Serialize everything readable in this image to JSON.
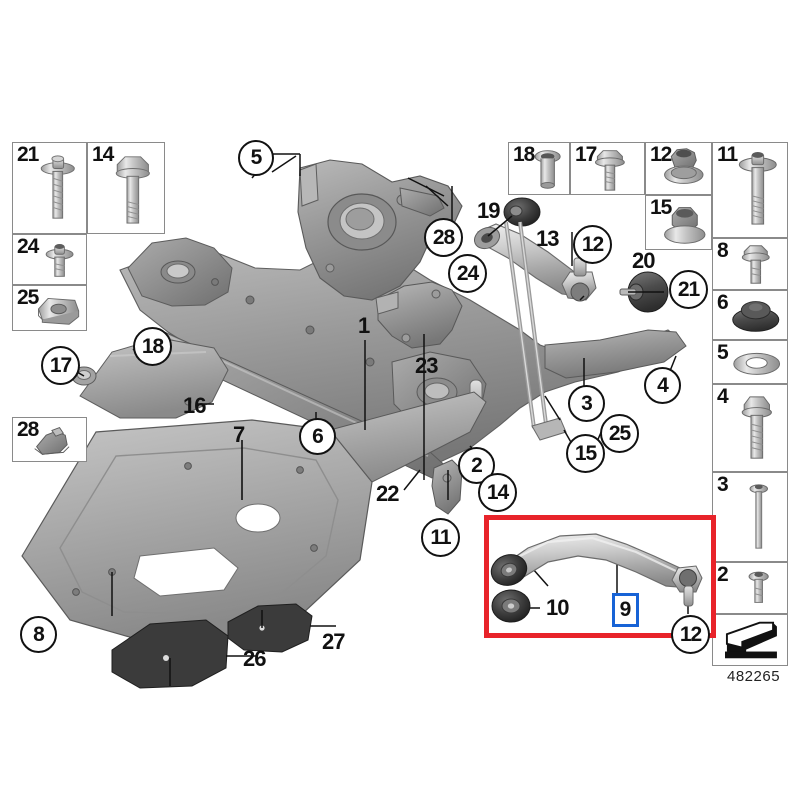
{
  "diagram": {
    "title": "BMW front axle support / wishbone exploded parts diagram",
    "part_number": "482265",
    "highlight": {
      "selected_item": "9",
      "selected_color": "#1763d6",
      "box_color": "#e8232a"
    }
  },
  "left_boxes": [
    {
      "num": "21",
      "icon": "collar-screw-icon"
    },
    {
      "num": "14",
      "icon": "hex-flange-bolt-icon"
    },
    {
      "num": "24",
      "icon": "short-collar-screw-icon"
    },
    {
      "num": "25",
      "icon": "cage-nut-icon"
    },
    {
      "num": "28",
      "icon": "clip-bracket-icon"
    }
  ],
  "top_boxes": [
    {
      "num": "18",
      "icon": "sleeve-nut-icon"
    },
    {
      "num": "17",
      "icon": "hex-flange-screw-icon"
    },
    {
      "num": "12",
      "icon": "castle-nut-icon"
    },
    {
      "num": "15",
      "icon": "flange-nut-icon"
    }
  ],
  "right_boxes": [
    {
      "num": "11",
      "icon": "long-collar-bolt-icon"
    },
    {
      "num": "8",
      "icon": "hex-flange-bolt-short-icon"
    },
    {
      "num": "6",
      "icon": "rubber-mount-icon"
    },
    {
      "num": "5",
      "icon": "washer-ring-icon"
    },
    {
      "num": "4",
      "icon": "hex-flange-bolt-icon"
    },
    {
      "num": "3",
      "icon": "long-thin-bolt-icon"
    },
    {
      "num": "2",
      "icon": "short-torx-bolt-icon"
    },
    {
      "num": "",
      "icon": "direction-arrow-icon"
    }
  ],
  "callouts": [
    {
      "id": "c5",
      "label": "5",
      "style": "circle"
    },
    {
      "id": "c28",
      "label": "28",
      "style": "circle"
    },
    {
      "id": "c24",
      "label": "24",
      "style": "circle"
    },
    {
      "id": "c18",
      "label": "18",
      "style": "circle"
    },
    {
      "id": "c17",
      "label": "17",
      "style": "circle"
    },
    {
      "id": "c6",
      "label": "6",
      "style": "circle"
    },
    {
      "id": "c12",
      "label": "12",
      "style": "circle"
    },
    {
      "id": "c21",
      "label": "21",
      "style": "circle"
    },
    {
      "id": "c4",
      "label": "4",
      "style": "circle"
    },
    {
      "id": "c3",
      "label": "3",
      "style": "circle"
    },
    {
      "id": "c15",
      "label": "15",
      "style": "circle"
    },
    {
      "id": "c25",
      "label": "25",
      "style": "circle"
    },
    {
      "id": "c2",
      "label": "2",
      "style": "circle"
    },
    {
      "id": "c14",
      "label": "14",
      "style": "circle"
    },
    {
      "id": "c11",
      "label": "11",
      "style": "circle"
    },
    {
      "id": "c8",
      "label": "8",
      "style": "circle"
    },
    {
      "id": "c12b",
      "label": "12",
      "style": "circle"
    },
    {
      "id": "p1",
      "label": "1",
      "style": "plain"
    },
    {
      "id": "p16",
      "label": "16",
      "style": "plain"
    },
    {
      "id": "p7",
      "label": "7",
      "style": "plain"
    },
    {
      "id": "p23",
      "label": "23",
      "style": "plain"
    },
    {
      "id": "p19",
      "label": "19",
      "style": "plain"
    },
    {
      "id": "p13",
      "label": "13",
      "style": "plain"
    },
    {
      "id": "p20",
      "label": "20",
      "style": "plain"
    },
    {
      "id": "p22",
      "label": "22",
      "style": "plain"
    },
    {
      "id": "p26",
      "label": "26",
      "style": "plain"
    },
    {
      "id": "p27",
      "label": "27",
      "style": "plain"
    },
    {
      "id": "p10",
      "label": "10",
      "style": "plain"
    },
    {
      "id": "p9",
      "label": "9",
      "style": "blue"
    }
  ]
}
